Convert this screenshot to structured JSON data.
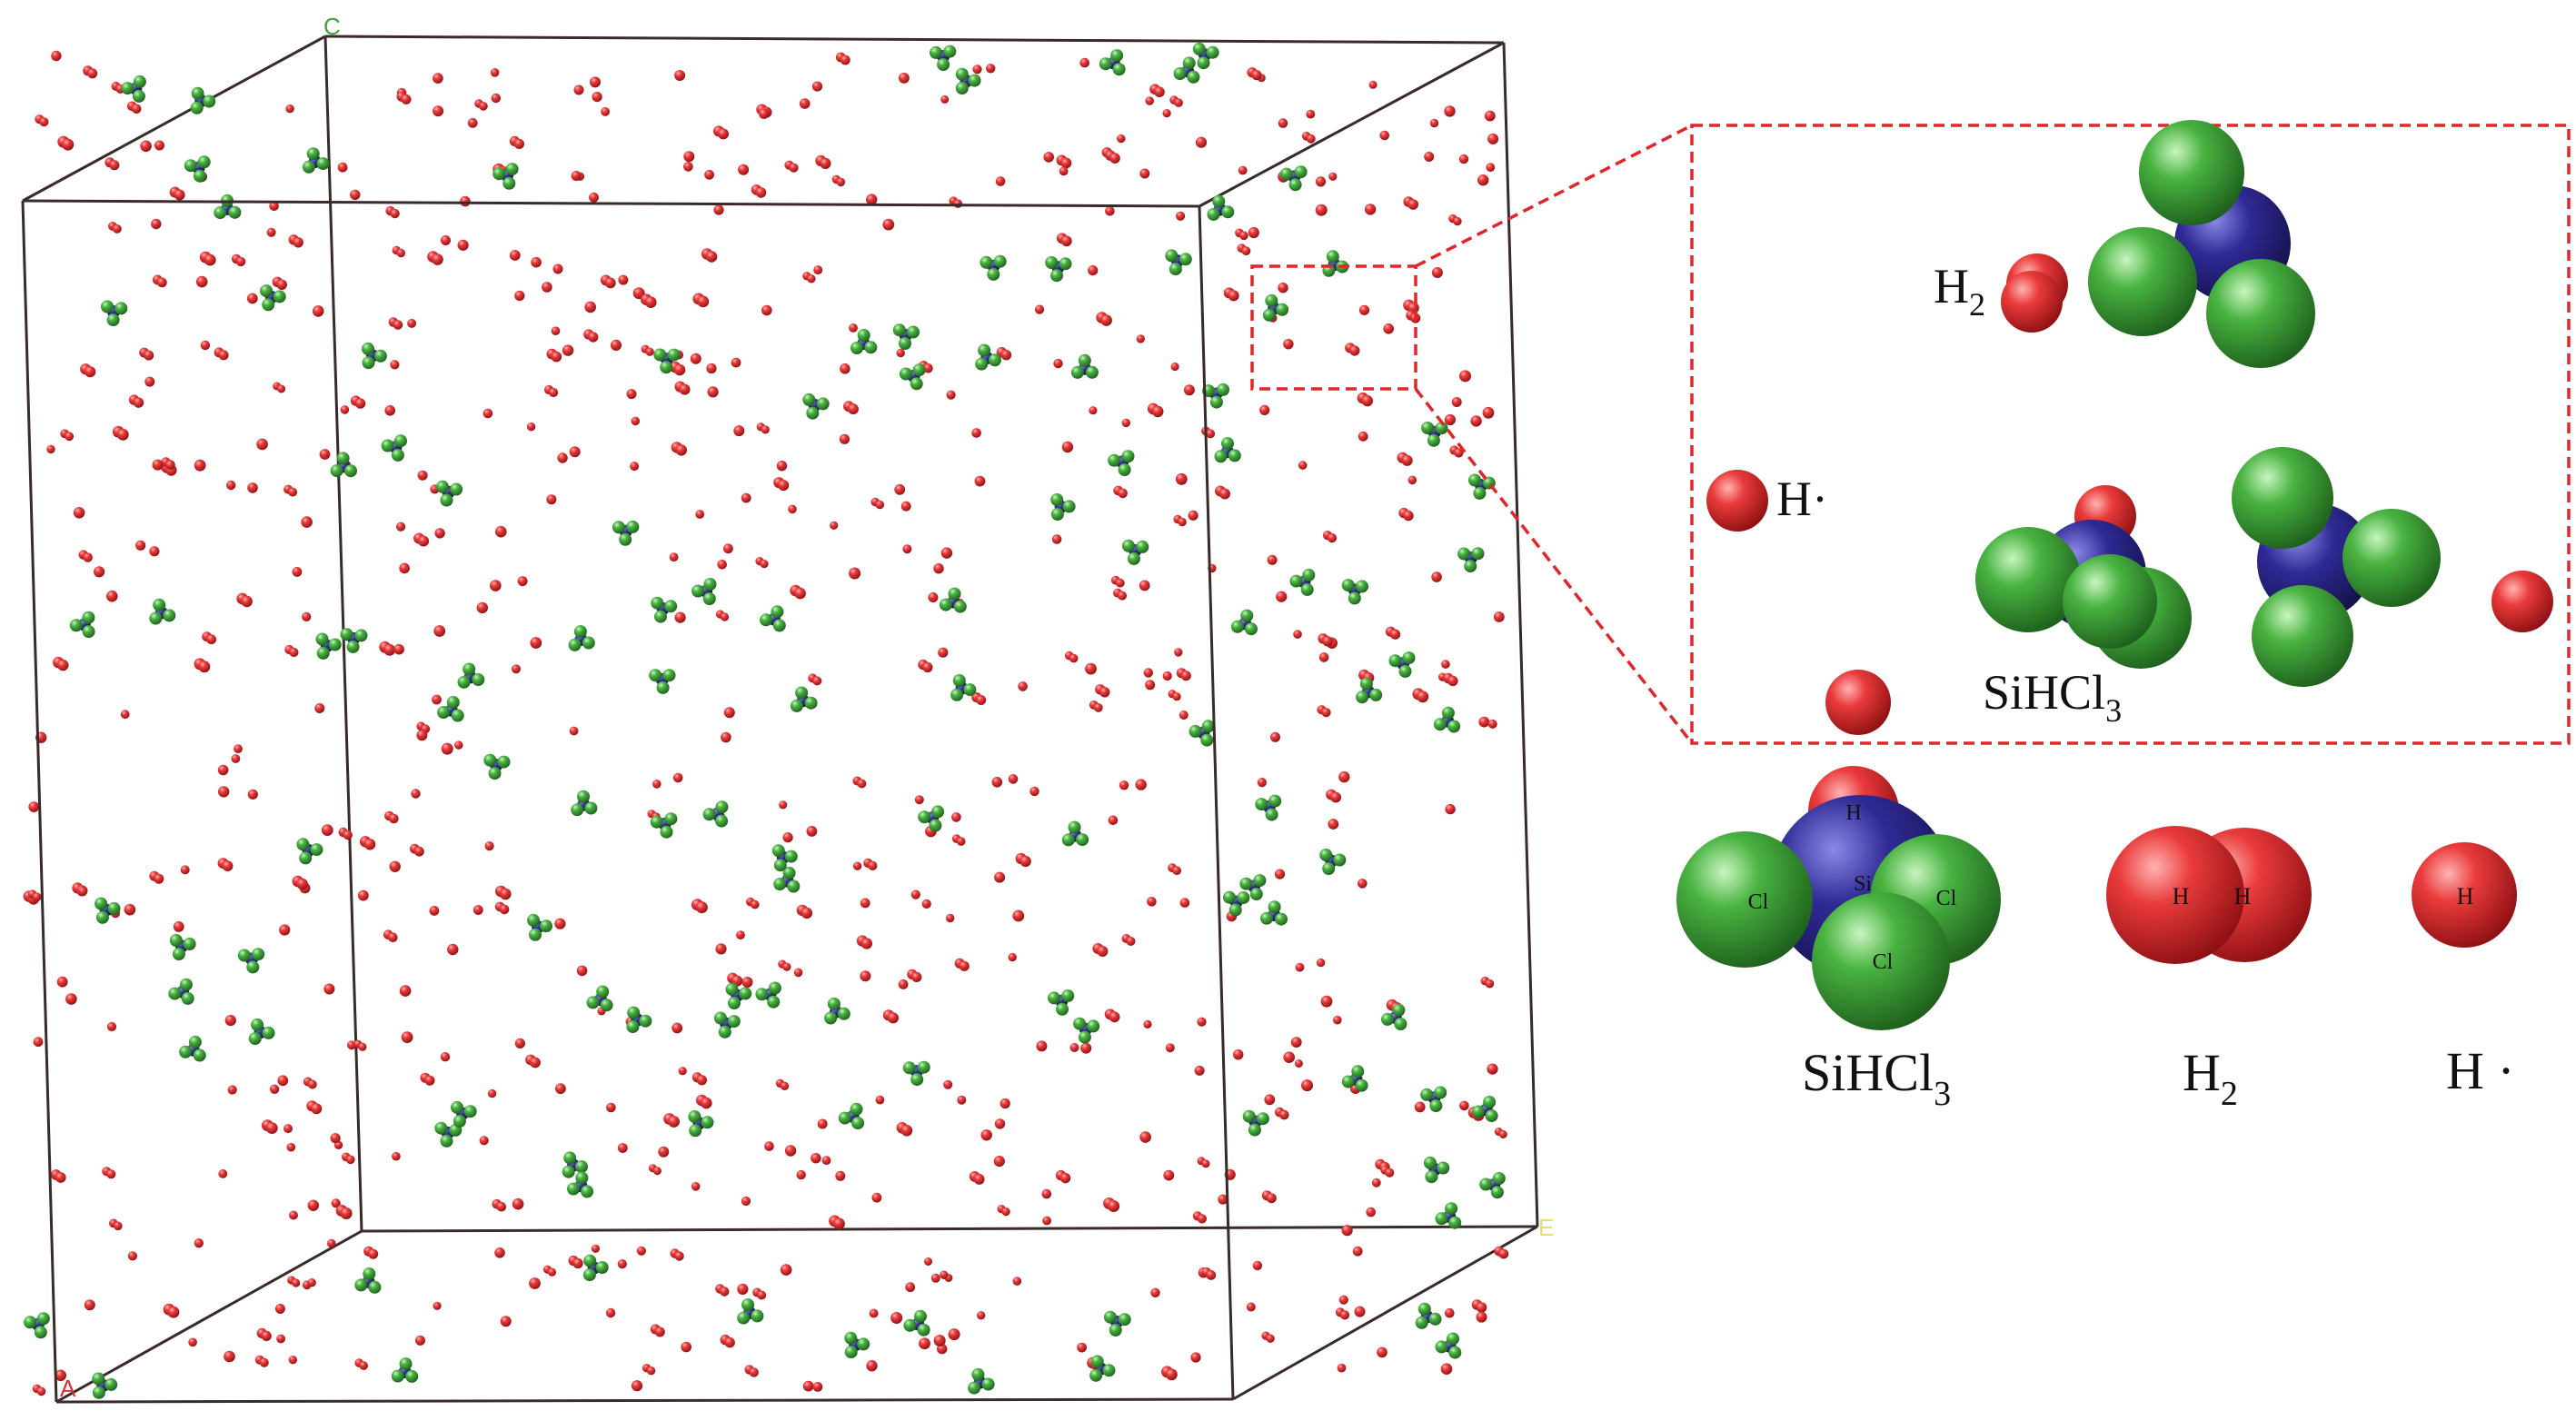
{
  "colors": {
    "hydrogen": "#e0262a",
    "chlorine": "#3ca63a",
    "silicon": "#2e2a8c",
    "box_edge": "#3a2a2a",
    "callout": "#e0262a",
    "axis_a": "#d93030",
    "axis_c": "#3aa33a",
    "axis_e": "#e8e070"
  },
  "box": {
    "axis_labels": {
      "a": "A",
      "c": "C",
      "e": "E"
    }
  },
  "inset": {
    "h2_label": {
      "base": "H",
      "sub": "2"
    },
    "h_radical_label": "H·",
    "sihcl3_label": {
      "base": "SiHCl",
      "sub": "3"
    }
  },
  "legend": {
    "sihcl3": {
      "atoms": {
        "h": "H",
        "si": "Si",
        "cl_left": "Cl",
        "cl_right": "Cl",
        "cl_bottom": "Cl"
      },
      "caption": {
        "base": "SiHCl",
        "sub": "3"
      }
    },
    "h2": {
      "atoms": {
        "left": "H",
        "right": "H"
      },
      "caption": {
        "base": "H",
        "sub": "2"
      }
    },
    "h_radical": {
      "atoms": {
        "h": "H"
      },
      "caption": "H ·"
    }
  }
}
